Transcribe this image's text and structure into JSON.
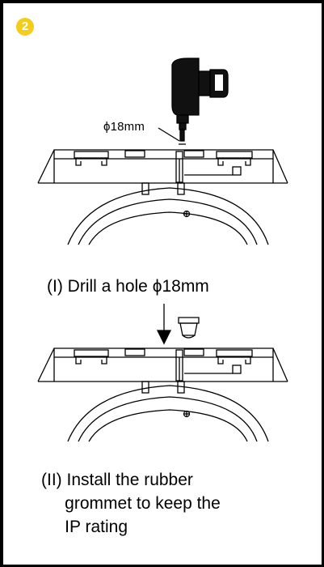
{
  "step": {
    "number": "2",
    "badge_color": "#f4cc1a"
  },
  "diagram": {
    "dimension_label": "ϕ18mm",
    "step1_caption": "(I) Drill a hole ϕ18mm",
    "step2_caption": "(II) Install the rubber\n     grommet to keep the\n     IP rating"
  }
}
